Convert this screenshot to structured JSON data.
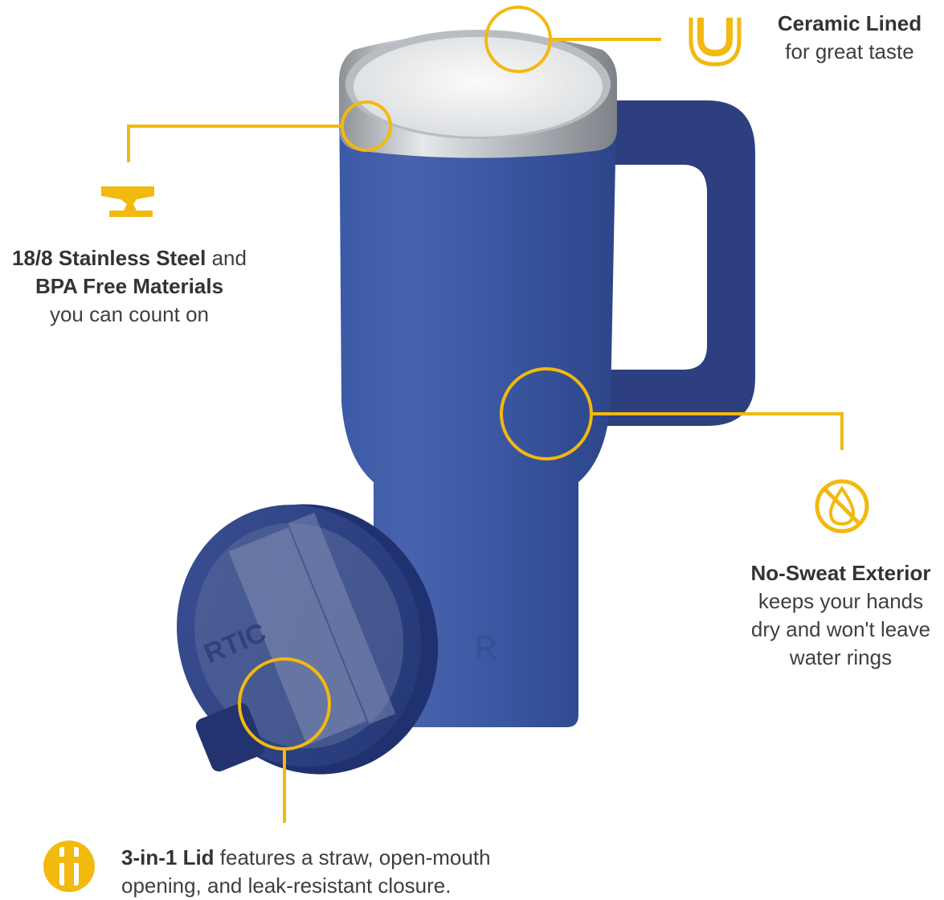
{
  "colors": {
    "accent": "#f2b90f",
    "tumbler_blue": "#3a56a0",
    "lid_blue": "#2f4282",
    "text": "#3a3a3a",
    "steel": "#c9cdd2"
  },
  "product": {
    "brand_mark": "RTIC"
  },
  "features": {
    "ceramic": {
      "icon": "u-shaped-lining-icon",
      "title": "Ceramic Lined",
      "desc": "for great taste"
    },
    "steel": {
      "icon": "anvil-icon",
      "line1_bold": "18/8 Stainless Steel",
      "line1_rest": " and",
      "line2_bold": "BPA Free Materials",
      "line3": "you can count on"
    },
    "sweat": {
      "icon": "no-sweat-drop-icon",
      "title": "No-Sweat Exterior",
      "line1": "keeps your hands",
      "line2": "dry and won't leave",
      "line3": "water rings"
    },
    "lid": {
      "icon": "lid-icon",
      "line1_bold": "3-in-1 Lid",
      "line1_rest": " features a straw, open-mouth",
      "line2": "opening, and leak-resistant closure."
    }
  }
}
